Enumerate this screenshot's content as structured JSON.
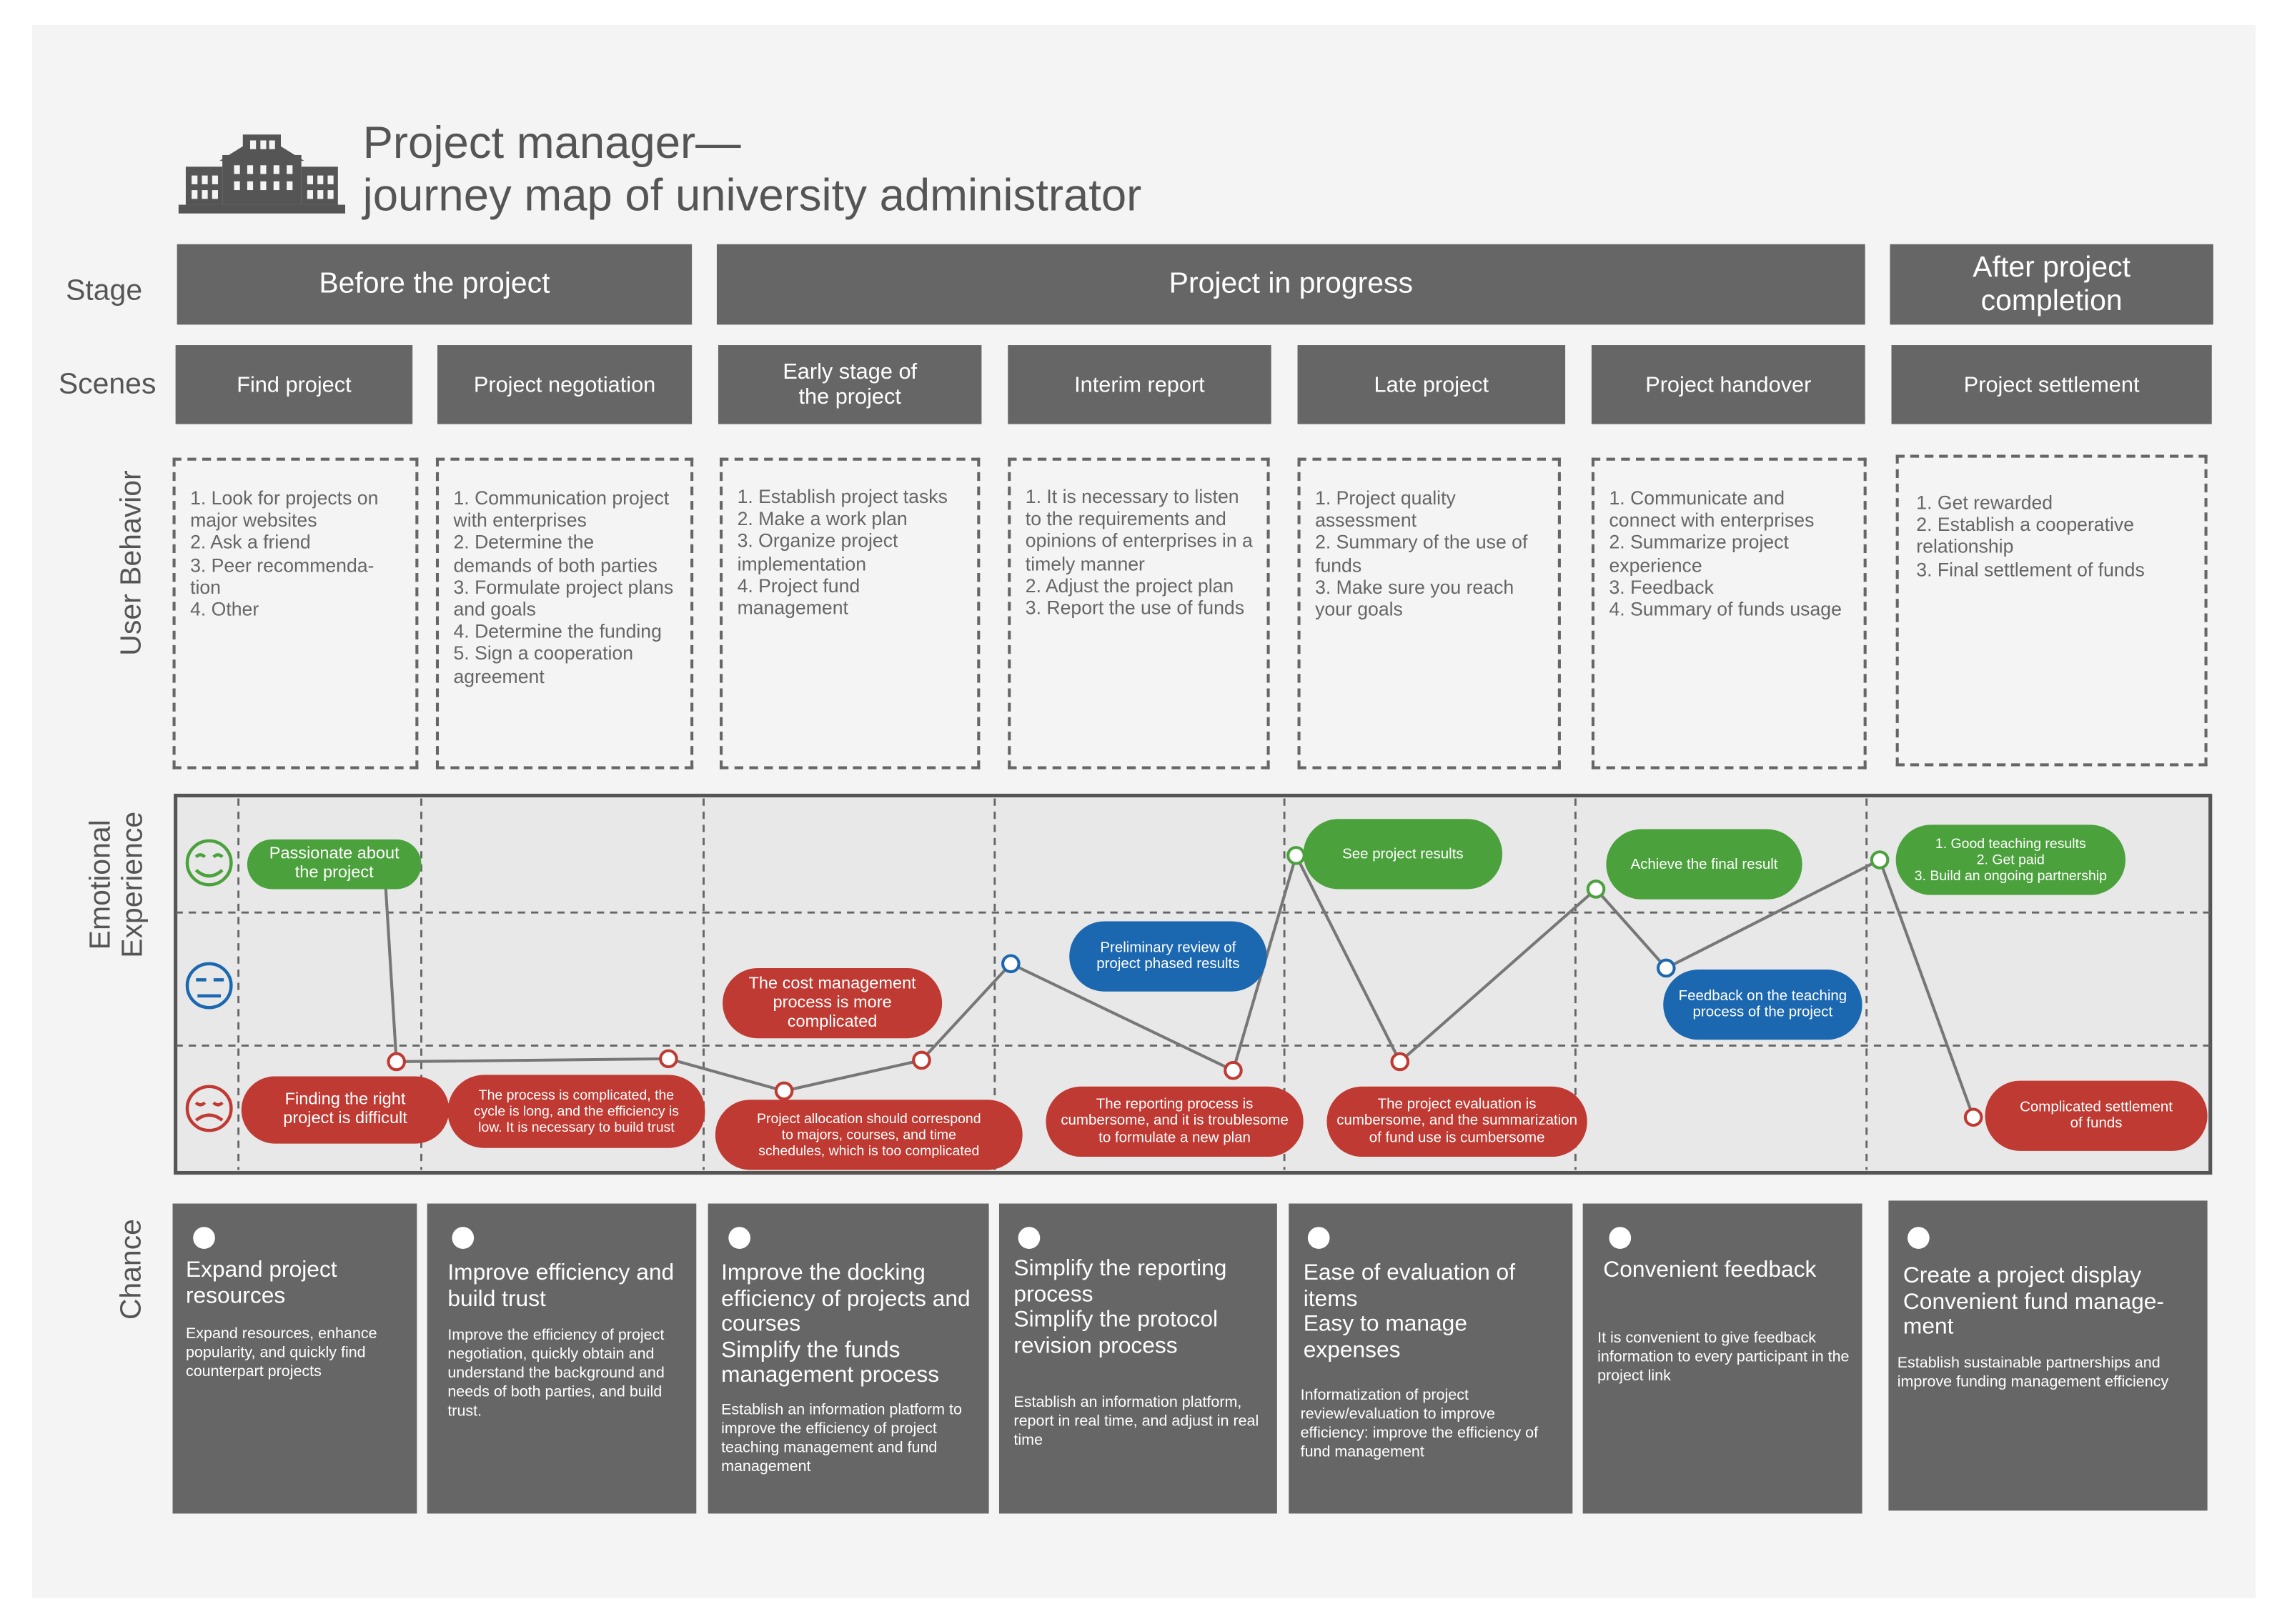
{
  "header": {
    "title_line1": "Project manager—",
    "title_line2": "journey map of university administrator",
    "logo_icon": "university-building-icon"
  },
  "row_labels": {
    "stage": "Stage",
    "scenes": "Scenes",
    "behavior": "User Behavior",
    "emotion_line1": "Emotional",
    "emotion_line2": "Experience",
    "chance": "Chance"
  },
  "stages": [
    {
      "label": "Before the project"
    },
    {
      "label": "Project in progress"
    },
    {
      "label": "After project completion"
    }
  ],
  "scenes": [
    {
      "name": "Find project",
      "behavior": "1. Look for projects on major websites\n2. Ask a friend\n3. Peer recommenda-tion\n4. Other",
      "chance_title": "Expand project resources",
      "chance_desc": "Expand resources, enhance popularity, and quickly find counterpart projects"
    },
    {
      "name": "Project negotiation",
      "behavior": "1. Communication project with enterprises\n2. Determine the demands of both parties\n3. Formulate project plans and goals\n4. Determine the funding\n5. Sign a cooperation agreement",
      "chance_title": "Improve efficiency and build trust",
      "chance_desc": "Improve the efficiency of project negotiation, quickly obtain and understand the background and needs of both parties, and build trust."
    },
    {
      "name": "Early stage of\nthe project",
      "behavior": "1. Establish project tasks\n2. Make a work plan\n3. Organize project implementation\n4. Project fund management",
      "chance_title": "Improve the docking efficiency of projects and courses\nSimplify the funds management process",
      "chance_desc": "Establish an information platform to improve the efficiency of project teaching management and fund management"
    },
    {
      "name": "Interim report",
      "behavior": "1. It is necessary to listen to the requirements and opinions of enterprises in a timely manner\n2. Adjust the project plan\n3. Report the use of funds",
      "chance_title": "Simplify the reporting process\nSimplify the protocol revision process",
      "chance_desc": "Establish an information platform, report in real time, and adjust in real time"
    },
    {
      "name": "Late project",
      "behavior": "1. Project quality assessment\n2. Summary of the use of funds\n3. Make sure you reach your goals",
      "chance_title": "Ease of evaluation of items\nEasy to manage expenses",
      "chance_desc": "Informatization of project review/evaluation to improve efficiency: improve the efficiency of fund management"
    },
    {
      "name": "Project handover",
      "behavior": "1. Communicate and connect with enterprises\n2. Summarize project experience\n3. Feedback\n4. Summary of funds usage",
      "chance_title": "Convenient feedback",
      "chance_desc": "It is convenient to give feedback information to every participant in the project link"
    },
    {
      "name": "Project settlement",
      "behavior": "1. Get rewarded\n2. Establish a cooperative relationship\n3. Final settlement of funds",
      "chance_title": "Create a project display\nConvenient fund manage-ment",
      "chance_desc": "Establish sustainable partnerships and improve funding management efficiency"
    }
  ],
  "emotion_levels": [
    {
      "level": "positive",
      "icon": "happy-face-icon",
      "color": "#4ba13c"
    },
    {
      "level": "neutral",
      "icon": "neutral-face-icon",
      "color": "#1c68b0"
    },
    {
      "level": "negative",
      "icon": "sad-face-icon",
      "color": "#bf3a32"
    }
  ],
  "emotion_notes": [
    {
      "text": "Passionate about\nthe project",
      "level": "positive"
    },
    {
      "text": "Finding the right\nproject is difficult",
      "level": "negative"
    },
    {
      "text": "The process is complicated, the\ncycle is long, and the efficiency is\nlow. It is necessary to build trust",
      "level": "negative"
    },
    {
      "text": "The cost management\nprocess is more\ncomplicated",
      "level": "negative"
    },
    {
      "text": "Project allocation should correspond\nto majors, courses, and time\nschedules, which is too complicated",
      "level": "negative"
    },
    {
      "text": "Preliminary review of\nproject phased results",
      "level": "neutral"
    },
    {
      "text": "The reporting process is\ncumbersome, and it is troublesome\nto formulate a new plan",
      "level": "negative"
    },
    {
      "text": "See project results",
      "level": "positive"
    },
    {
      "text": "The project evaluation is\ncumbersome, and the summarization\nof fund use is cumbersome",
      "level": "negative"
    },
    {
      "text": "Achieve the final result",
      "level": "positive"
    },
    {
      "text": "Feedback on the teaching\nprocess of the project",
      "level": "neutral"
    },
    {
      "text": "1. Good teaching results\n2. Get paid\n3. Build an ongoing partnership",
      "level": "positive"
    },
    {
      "text": "Complicated settlement\nof funds",
      "level": "negative"
    }
  ],
  "colors": {
    "panel": "#f4f4f4",
    "box": "#666666",
    "positive": "#4ba13c",
    "neutral": "#1c68b0",
    "negative": "#bf3a32"
  }
}
